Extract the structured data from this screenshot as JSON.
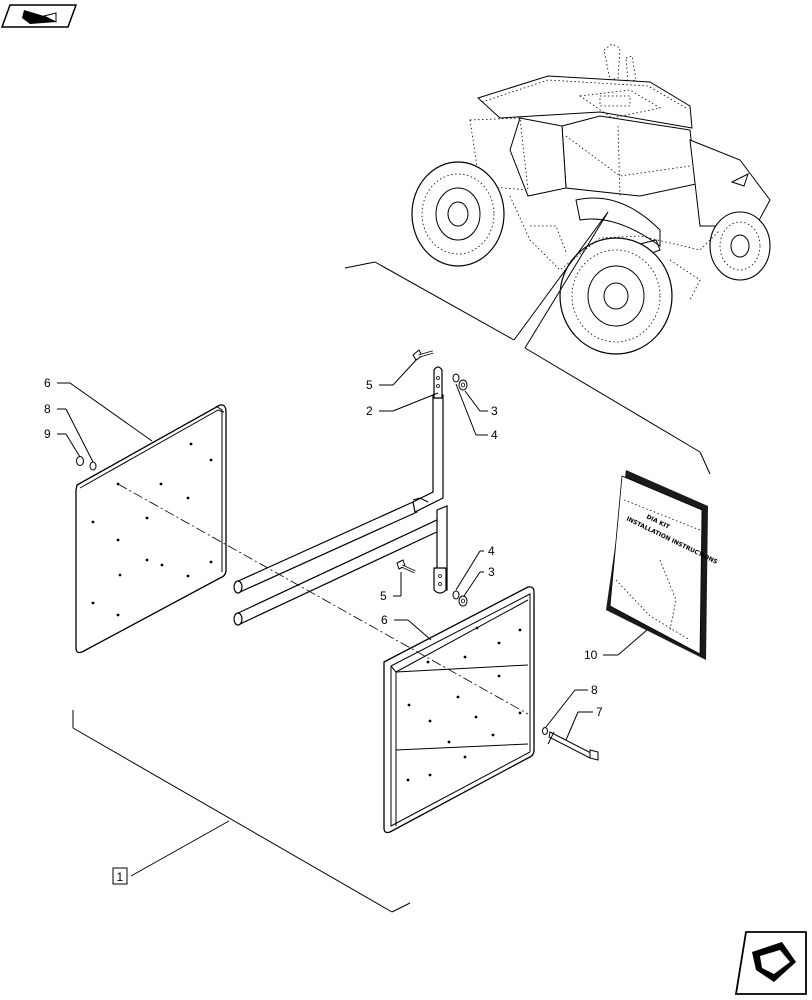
{
  "callouts": {
    "kit": "1",
    "c2": "2",
    "c3_top": "3",
    "c3_bottom": "3",
    "c4_top": "4",
    "c4_bottom": "4",
    "c5_top": "5",
    "c5_bottom": "5",
    "c6_left": "6",
    "c6_right": "6",
    "c7": "7",
    "c8_left": "8",
    "c8_right": "8",
    "c9": "9",
    "c10": "10"
  },
  "book": {
    "line1": "DIA KIT",
    "line2": "INSTALLATION INSTRUCTIONS"
  },
  "icons": {
    "top_left": "prev-page-arrow-icon",
    "bottom_right": "next-page-arrow-icon"
  }
}
